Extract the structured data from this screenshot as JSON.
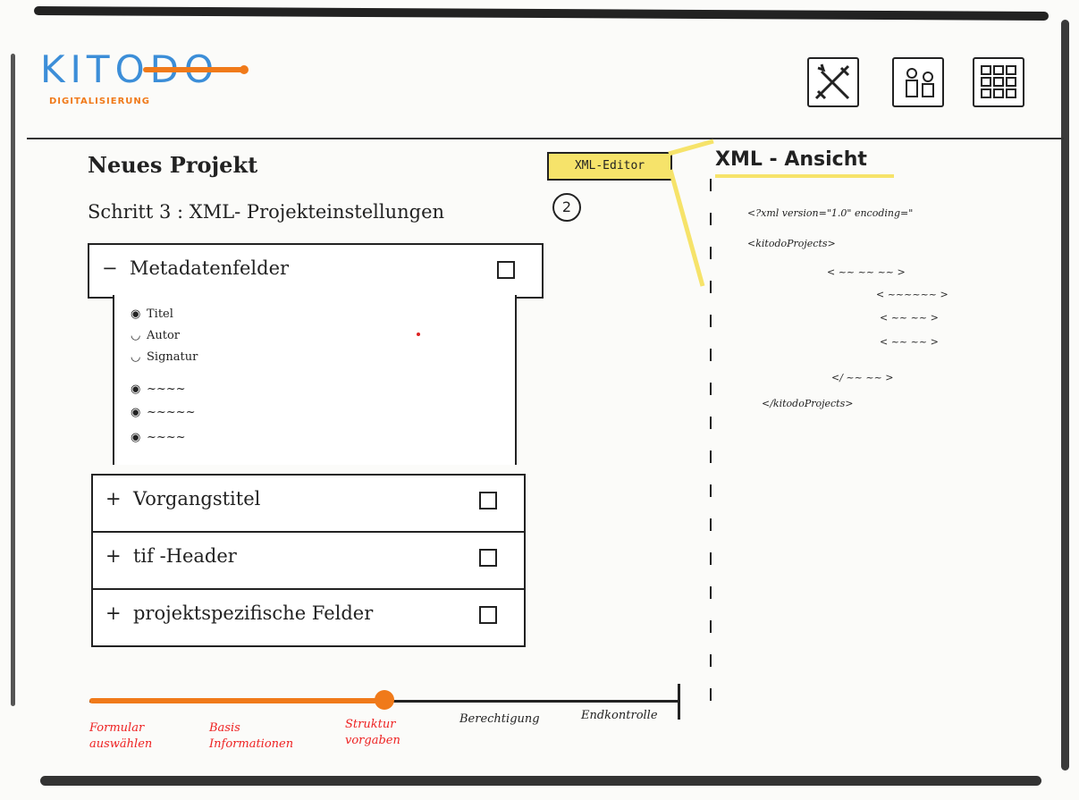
{
  "app": {
    "logo_text": "KITODO",
    "logo_tagline": "DIGITALISIERUNG"
  },
  "header_icons": [
    {
      "name": "tools-icon"
    },
    {
      "name": "users-icon"
    },
    {
      "name": "grid-icon"
    }
  ],
  "page": {
    "title": "Neues Projekt",
    "step": "Schritt 3 : XML- Projekteinstellungen",
    "help": "2"
  },
  "xml_editor_button": "XML-Editor",
  "sections": [
    {
      "toggle": "−",
      "label": "Metadatenfelder",
      "expanded": true
    },
    {
      "toggle": "+",
      "label": "Vorgangstitel",
      "expanded": false
    },
    {
      "toggle": "+",
      "label": "tif -Header",
      "expanded": false
    },
    {
      "toggle": "+",
      "label": "projektspezifische Felder",
      "expanded": false
    }
  ],
  "metadata_fields": [
    {
      "icon": "eye-icon",
      "label": "Titel"
    },
    {
      "icon": "eye-closed-icon",
      "label": "Autor"
    },
    {
      "icon": "eye-closed-icon",
      "label": "Signatur"
    },
    {
      "icon": "eye-icon",
      "label": "~~~~"
    },
    {
      "icon": "eye-icon",
      "label": "~~~~~"
    },
    {
      "icon": "eye-icon",
      "label": "~~~~"
    }
  ],
  "xml_view": {
    "title": "XML - Ansicht",
    "lines": [
      "<?xml version=\"1.0\" encoding=\"",
      "<kitodoProjects>",
      "< ~~ ~~ ~~ >",
      "< ~~~~~~ >",
      "< ~~ ~~ >",
      "< ~~ ~~ >",
      "</ ~~ ~~ >",
      "</kitodoProjects>"
    ]
  },
  "progress": {
    "current_step_index": 2,
    "fraction": 0.5,
    "steps": [
      {
        "line1": "Formular",
        "line2": "auswählen"
      },
      {
        "line1": "Basis",
        "line2": "Informationen"
      },
      {
        "line1": "Struktur",
        "line2": "vorgaben"
      },
      {
        "line1": "Berechtigung",
        "line2": ""
      },
      {
        "line1": "Endkontrolle",
        "line2": ""
      }
    ]
  },
  "colors": {
    "accent_orange": "#f07a1a",
    "logo_blue": "#3c8ed8",
    "highlight_yellow": "#f6e36a",
    "done_red": "#e22222"
  }
}
